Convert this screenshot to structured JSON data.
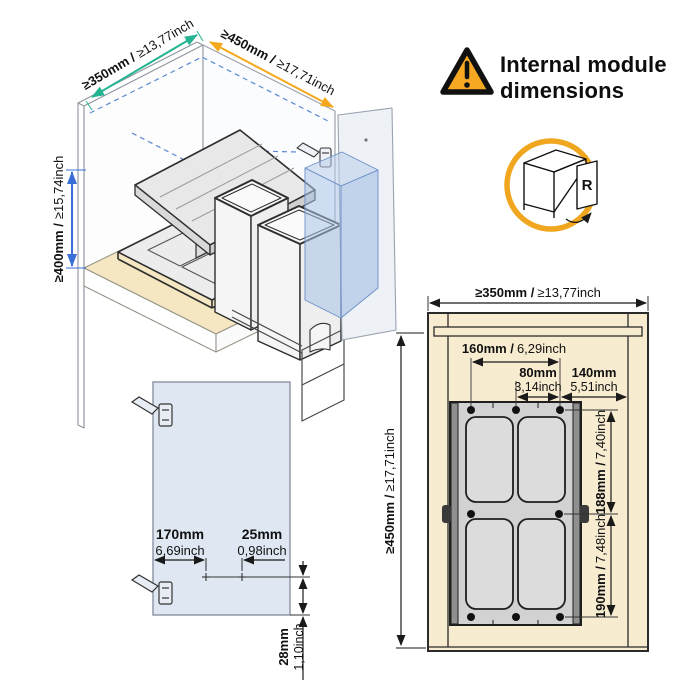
{
  "header": {
    "title": "Internal module dimensions",
    "door_icon_letter": "R"
  },
  "colors": {
    "accent_green": "#25b492",
    "accent_yellow": "#f5a81c",
    "accent_blue": "#3a6fd8",
    "warning_fill": "#f7a823",
    "cabinet_beige": "#f8ecd0",
    "door_panel_blue": "#dfe8f2",
    "plate_gray": "#d2d2d2"
  },
  "iso_view": {
    "width": {
      "mm": "≥350mm /",
      "inch": "≥13,77inch"
    },
    "depth": {
      "mm": "≥450mm /",
      "inch": "≥17,71inch"
    },
    "height": {
      "mm": "≥400mm /",
      "inch": "≥15,74inch"
    }
  },
  "door_view": {
    "hinge_offset": {
      "mm": "170mm",
      "inch": "6,69inch"
    },
    "screw_spacing": {
      "mm": "25mm",
      "inch": "0,98inch"
    },
    "bottom_offset": {
      "mm": "28mm",
      "inch": "1,10inch"
    }
  },
  "front_view": {
    "module_width": {
      "mm": "≥350mm /",
      "inch": "≥13,77inch"
    },
    "module_height": {
      "mm": "≥450mm /",
      "inch": "≥17,71inch"
    },
    "hole_span": {
      "mm": "160mm /",
      "inch": "6,29inch"
    },
    "hole_gap": {
      "mm": "80mm",
      "inch": "3,14inch"
    },
    "side_clearance": {
      "mm": "140mm",
      "inch": "5,51inch"
    },
    "upper_height": {
      "mm": "188mm /",
      "inch": "7,40inch"
    },
    "lower_height": {
      "mm": "190mm /",
      "inch": "7,48inch"
    }
  }
}
